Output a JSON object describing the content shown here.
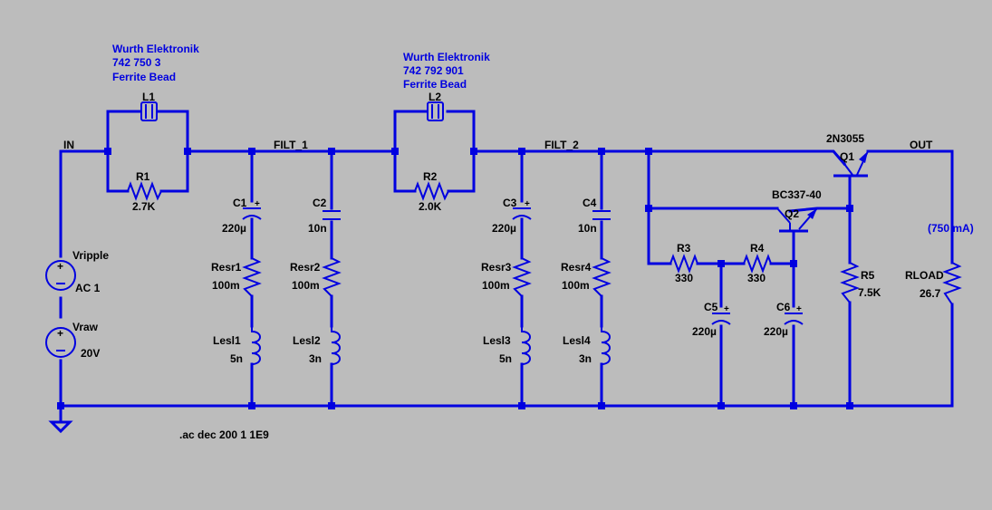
{
  "nets": {
    "in": "IN",
    "filt1": "FILT_1",
    "filt2": "FILT_2",
    "out": "OUT"
  },
  "notes": {
    "l1_vendor": "Wurth Elektronik",
    "l1_part": "742 750 3",
    "l1_type": "Ferrite Bead",
    "l2_vendor": "Wurth Elektronik",
    "l2_part": "742 792 901",
    "l2_type": "Ferrite Bead",
    "load_current": "(750 mA)"
  },
  "directive": ".ac dec 200 1 1E9",
  "components": {
    "L1": {
      "name": "L1"
    },
    "R1": {
      "name": "R1",
      "value": "2.7K"
    },
    "L2": {
      "name": "L2"
    },
    "R2": {
      "name": "R2",
      "value": "2.0K"
    },
    "C1": {
      "name": "C1",
      "value": "220µ"
    },
    "C2": {
      "name": "C2",
      "value": "10n"
    },
    "C3": {
      "name": "C3",
      "value": "220µ"
    },
    "C4": {
      "name": "C4",
      "value": "10n"
    },
    "Resr1": {
      "name": "Resr1",
      "value": "100m"
    },
    "Resr2": {
      "name": "Resr2",
      "value": "100m"
    },
    "Resr3": {
      "name": "Resr3",
      "value": "100m"
    },
    "Resr4": {
      "name": "Resr4",
      "value": "100m"
    },
    "Lesl1": {
      "name": "Lesl1",
      "value": "5n"
    },
    "Lesl2": {
      "name": "Lesl2",
      "value": "3n"
    },
    "Lesl3": {
      "name": "Lesl3",
      "value": "5n"
    },
    "Lesl4": {
      "name": "Lesl4",
      "value": "3n"
    },
    "Vripple": {
      "name": "Vripple",
      "value": "AC 1"
    },
    "Vraw": {
      "name": "Vraw",
      "value": "20V"
    },
    "Q1": {
      "name": "Q1",
      "model": "2N3055"
    },
    "Q2": {
      "name": "Q2",
      "model": "BC337-40"
    },
    "R3": {
      "name": "R3",
      "value": "330"
    },
    "R4": {
      "name": "R4",
      "value": "330"
    },
    "C5": {
      "name": "C5",
      "value": "220µ"
    },
    "C6": {
      "name": "C6",
      "value": "220µ"
    },
    "R5": {
      "name": "R5",
      "value": "7.5K"
    },
    "RLOAD": {
      "name": "RLOAD",
      "value": "26.7"
    }
  },
  "colors": {
    "background": "#bcbcbc",
    "wire": "#0000e0",
    "label": "#000000",
    "annotation": "#0000e0"
  }
}
